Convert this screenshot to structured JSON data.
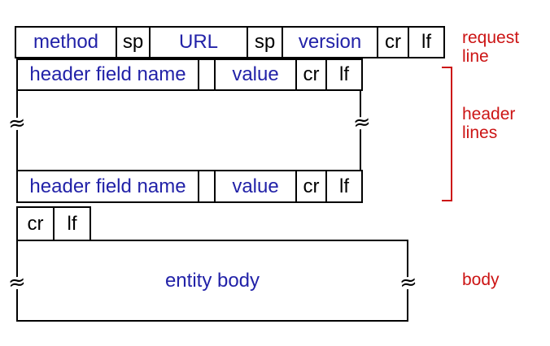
{
  "rows": {
    "request": {
      "cells": [
        "method",
        "sp",
        "URL",
        "sp",
        "version",
        "cr",
        "lf"
      ]
    },
    "header1": {
      "cells": [
        "header field name",
        "",
        "value",
        "cr",
        "lf"
      ]
    },
    "header2": {
      "cells": [
        "header field name",
        "",
        "value",
        "cr",
        "lf"
      ]
    },
    "crlf": {
      "cells": [
        "cr",
        "lf"
      ]
    },
    "entity": {
      "text": "entity body"
    }
  },
  "labels": {
    "request_line": {
      "line1": "request",
      "line2": "line"
    },
    "header_lines": {
      "line1": "header",
      "line2": "lines"
    },
    "body": "body"
  },
  "break_mark": "≈",
  "colors": {
    "field_text": "#2222A8",
    "literal_text": "#000000",
    "annotation_text": "#CC1414",
    "border": "#000000",
    "background": "#FFFFFF"
  }
}
